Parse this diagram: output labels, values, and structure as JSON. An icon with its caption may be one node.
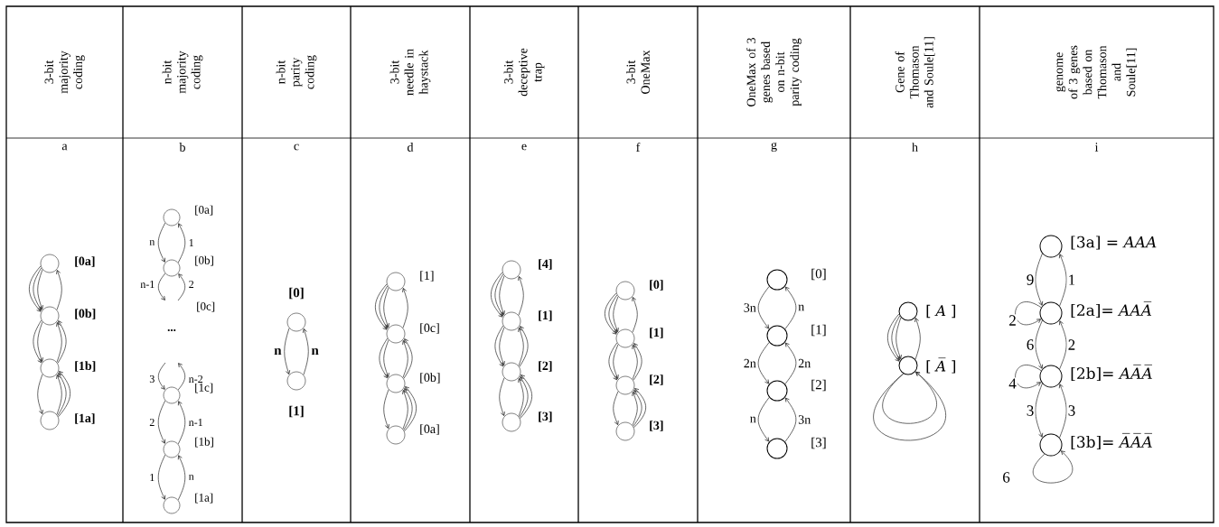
{
  "diagram": {
    "nodes": [
      {
        "text": [],
        "shape": "circle",
        "beside": [
          "[0a]"
        ]
      },
      {
        "text": [],
        "shape": "circle",
        "beside": [
          "[0b]"
        ]
      },
      {
        "text": [],
        "shape": "circle",
        "beside": [
          "[1b]"
        ]
      },
      {
        "text": [],
        "shape": "circle",
        "beside": [
          "[1a]"
        ]
      },
      {
        "text": [],
        "shape": "circle",
        "beside": [
          "[0a]"
        ]
      },
      {
        "text": [],
        "shape": "circle",
        "beside": [
          "[0b]"
        ]
      },
      {
        "text": [],
        "shape": "circle",
        "beside": [
          "[1c]"
        ]
      },
      {
        "text": [],
        "shape": "circle",
        "beside": [
          "[1b]"
        ]
      },
      {
        "text": [],
        "shape": "circle",
        "beside": [
          "[1a]"
        ]
      },
      {
        "text": [],
        "shape": "circle",
        "beside": [
          "[0]"
        ]
      },
      {
        "text": [],
        "shape": "circle",
        "beside": [
          "[1]"
        ]
      },
      {
        "text": [],
        "shape": "circle",
        "beside": [
          "[1]"
        ]
      },
      {
        "text": [],
        "shape": "circle",
        "beside": [
          "[0c]"
        ]
      },
      {
        "text": [],
        "shape": "circle",
        "beside": [
          "[0b]"
        ]
      },
      {
        "text": [],
        "shape": "circle",
        "beside": [
          "[0a]"
        ]
      },
      {
        "text": [],
        "shape": "circle",
        "beside": [
          "[4]"
        ]
      },
      {
        "text": [],
        "shape": "circle",
        "beside": [
          "[1]"
        ]
      },
      {
        "text": [],
        "shape": "circle",
        "beside": [
          "[2]"
        ]
      },
      {
        "text": [],
        "shape": "circle",
        "beside": [
          "[3]"
        ]
      },
      {
        "text": [],
        "shape": "circle",
        "beside": [
          "[0]"
        ]
      },
      {
        "text": [],
        "shape": "circle",
        "beside": [
          "[1]"
        ]
      },
      {
        "text": [],
        "shape": "circle",
        "beside": [
          "[2]"
        ]
      },
      {
        "text": [],
        "shape": "circle",
        "beside": [
          "[3]"
        ]
      },
      {
        "text": [],
        "shape": "circle",
        "beside": [
          "[0]"
        ]
      },
      {
        "text": [],
        "shape": "circle",
        "beside": [
          "[1]"
        ]
      },
      {
        "text": [],
        "shape": "circle",
        "beside": [
          "[2]"
        ]
      },
      {
        "text": [],
        "shape": "circle",
        "beside": [
          "[3]"
        ]
      },
      {
        "text": [],
        "shape": "circle",
        "beside": [
          "[ *A* ]"
        ]
      },
      {
        "text": [],
        "shape": "circle",
        "beside": [
          "[ *A̅* ]"
        ]
      },
      {
        "text": [],
        "shape": "circle",
        "beside": [
          "[3a] = *AAA*"
        ]
      },
      {
        "text": [],
        "shape": "circle",
        "beside": [
          "[2a]= *AAA̅*"
        ]
      },
      {
        "text": [],
        "shape": "circle",
        "beside": [
          "[2b]= *AA̅A̅*"
        ]
      },
      {
        "text": [],
        "shape": "circle",
        "beside": [
          "[3b]= *A̅A̅A̅*"
        ]
      }
    ],
    "edges": [
      {
        "from": 0,
        "to": 1,
        "arrow": "to"
      },
      {
        "from": 0,
        "to": 1,
        "arrow": "to"
      },
      {
        "from": 0,
        "to": 1,
        "arrow": "to"
      },
      {
        "from": 1,
        "to": 0,
        "arrow": "to"
      },
      {
        "from": 1,
        "to": 2,
        "arrow": "to"
      },
      {
        "from": 1,
        "to": 2,
        "arrow": "to"
      },
      {
        "from": 2,
        "to": 1,
        "arrow": "to"
      },
      {
        "from": 2,
        "to": 1,
        "arrow": "to"
      },
      {
        "from": 2,
        "to": 3,
        "arrow": "to"
      },
      {
        "from": 3,
        "to": 2,
        "arrow": "to"
      },
      {
        "from": 3,
        "to": 2,
        "arrow": "to"
      },
      {
        "from": 3,
        "to": 2,
        "arrow": "to"
      },
      {
        "from": 4,
        "to": 5,
        "arrow": "to",
        "label": "n"
      },
      {
        "from": 5,
        "to": 4,
        "arrow": "to",
        "label": "1"
      },
      {
        "from": 5,
        "to": null,
        "arrow": "to",
        "label": "n-1"
      },
      {
        "from": null,
        "to": 5,
        "arrow": "to",
        "label": "2"
      },
      {
        "from": null,
        "to": 6,
        "arrow": "to",
        "label": "3"
      },
      {
        "from": 6,
        "to": null,
        "arrow": "to",
        "label": "n-2"
      },
      {
        "from": 6,
        "to": 7,
        "arrow": "to",
        "label": "2"
      },
      {
        "from": 7,
        "to": 6,
        "arrow": "to",
        "label": "n-1"
      },
      {
        "from": 7,
        "to": 8,
        "arrow": "to",
        "label": "1"
      },
      {
        "from": 8,
        "to": 7,
        "arrow": "to",
        "label": "n"
      },
      {
        "from": 9,
        "to": 10,
        "arrow": "to",
        "label": "n"
      },
      {
        "from": 10,
        "to": 9,
        "arrow": "to",
        "label": "n"
      },
      {
        "from": 11,
        "to": 12,
        "arrow": "to"
      },
      {
        "from": 11,
        "to": 12,
        "arrow": "to"
      },
      {
        "from": 11,
        "to": 12,
        "arrow": "to"
      },
      {
        "from": 12,
        "to": 11,
        "arrow": "to"
      },
      {
        "from": 12,
        "to": 13,
        "arrow": "to"
      },
      {
        "from": 12,
        "to": 13,
        "arrow": "to"
      },
      {
        "from": 13,
        "to": 12,
        "arrow": "to"
      },
      {
        "from": 13,
        "to": 12,
        "arrow": "to"
      },
      {
        "from": 13,
        "to": 14,
        "arrow": "to"
      },
      {
        "from": 14,
        "to": 13,
        "arrow": "to"
      },
      {
        "from": 14,
        "to": 13,
        "arrow": "to"
      },
      {
        "from": 14,
        "to": 13,
        "arrow": "to"
      },
      {
        "from": 15,
        "to": 16,
        "arrow": "to"
      },
      {
        "from": 15,
        "to": 16,
        "arrow": "to"
      },
      {
        "from": 15,
        "to": 16,
        "arrow": "to"
      },
      {
        "from": 16,
        "to": 15,
        "arrow": "to"
      },
      {
        "from": 16,
        "to": 17,
        "arrow": "to"
      },
      {
        "from": 16,
        "to": 17,
        "arrow": "to"
      },
      {
        "from": 17,
        "to": 16,
        "arrow": "to"
      },
      {
        "from": 17,
        "to": 16,
        "arrow": "to"
      },
      {
        "from": 17,
        "to": 18,
        "arrow": "to"
      },
      {
        "from": 18,
        "to": 17,
        "arrow": "to"
      },
      {
        "from": 18,
        "to": 17,
        "arrow": "to"
      },
      {
        "from": 18,
        "to": 17,
        "arrow": "to"
      },
      {
        "from": 19,
        "to": 20,
        "arrow": "to"
      },
      {
        "from": 19,
        "to": 20,
        "arrow": "to"
      },
      {
        "from": 19,
        "to": 20,
        "arrow": "to"
      },
      {
        "from": 20,
        "to": 19,
        "arrow": "to"
      },
      {
        "from": 20,
        "to": 21,
        "arrow": "to"
      },
      {
        "from": 20,
        "to": 21,
        "arrow": "to"
      },
      {
        "from": 21,
        "to": 20,
        "arrow": "to"
      },
      {
        "from": 21,
        "to": 20,
        "arrow": "to"
      },
      {
        "from": 21,
        "to": 22,
        "arrow": "to"
      },
      {
        "from": 22,
        "to": 21,
        "arrow": "to"
      },
      {
        "from": 22,
        "to": 21,
        "arrow": "to"
      },
      {
        "from": 22,
        "to": 21,
        "arrow": "to"
      },
      {
        "from": 23,
        "to": 24,
        "arrow": "to",
        "label": "3n"
      },
      {
        "from": 24,
        "to": 23,
        "arrow": "to",
        "label": "n"
      },
      {
        "from": 24,
        "to": 25,
        "arrow": "to",
        "label": "2n"
      },
      {
        "from": 25,
        "to": 24,
        "arrow": "to",
        "label": "2n"
      },
      {
        "from": 25,
        "to": 26,
        "arrow": "to",
        "label": "n"
      },
      {
        "from": 26,
        "to": 25,
        "arrow": "to",
        "label": "3n"
      },
      {
        "from": 27,
        "to": 28,
        "arrow": "to"
      },
      {
        "from": 27,
        "to": 28,
        "arrow": "to"
      },
      {
        "from": 27,
        "to": 28,
        "arrow": "to"
      },
      {
        "from": 28,
        "to": 27,
        "arrow": "to"
      },
      {
        "from": 28,
        "to": 28,
        "arrow": "to"
      },
      {
        "from": 28,
        "to": 28,
        "arrow": "to"
      },
      {
        "from": 29,
        "to": 30,
        "arrow": "to",
        "label": "9"
      },
      {
        "from": 30,
        "to": 29,
        "arrow": "to",
        "label": "1"
      },
      {
        "from": 30,
        "to": 30,
        "arrow": "to",
        "label": "2"
      },
      {
        "from": 30,
        "to": 31,
        "arrow": "to",
        "label": "6"
      },
      {
        "from": 31,
        "to": 30,
        "arrow": "to",
        "label": "2"
      },
      {
        "from": 31,
        "to": 31,
        "arrow": "to",
        "label": "4"
      },
      {
        "from": 31,
        "to": 32,
        "arrow": "to",
        "label": "3"
      },
      {
        "from": 32,
        "to": 31,
        "arrow": "to",
        "label": "3"
      },
      {
        "from": 32,
        "to": 32,
        "arrow": "to",
        "label": "6"
      }
    ],
    "labels": [
      "3-bit majority coding",
      "n-bit majority coding",
      "n-bit parity coding",
      "3-bit needle in haystack",
      "3-bit deceptive trap",
      "3-bit OneMax",
      "OneMax of 3 genes based on n-bit parity coding",
      "Gene of Thomason and Soule[11]",
      "genome of 3 genes based on Thomason and Soule[11]",
      "a",
      "b",
      "c",
      "d",
      "e",
      "f",
      "g",
      "h",
      "i",
      "[0c]",
      "..."
    ]
  }
}
